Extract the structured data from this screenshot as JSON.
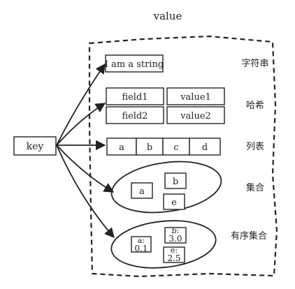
{
  "labels": {
    "value": "value",
    "key": "key"
  },
  "string": {
    "text": "I am a string",
    "type_label": "字符串"
  },
  "hash": {
    "rows": [
      {
        "field": "field1",
        "value": "value1"
      },
      {
        "field": "field2",
        "value": "value2"
      }
    ],
    "type_label": "哈希"
  },
  "list": {
    "items": [
      "a",
      "b",
      "c",
      "d"
    ],
    "type_label": "列表"
  },
  "set": {
    "members": [
      "a",
      "b",
      "e"
    ],
    "type_label": "集合"
  },
  "zset": {
    "members": [
      {
        "member": "a:",
        "score": "0.1"
      },
      {
        "member": "b:",
        "score": "3.0"
      },
      {
        "member": "e:",
        "score": "2.5"
      }
    ],
    "type_label": "有序集合"
  }
}
